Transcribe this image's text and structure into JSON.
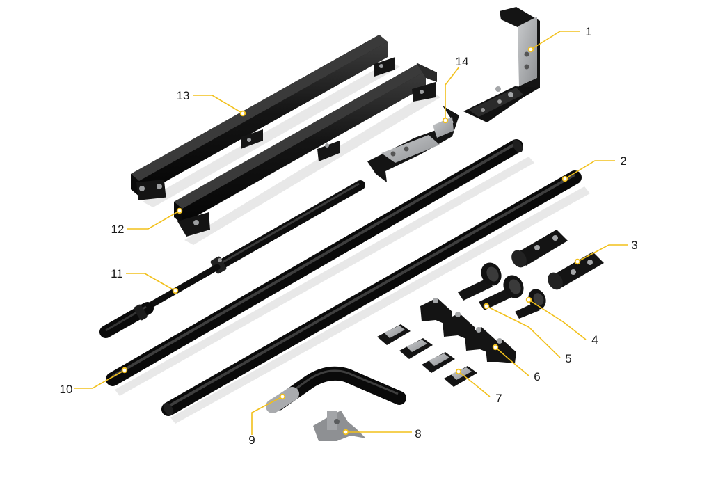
{
  "diagram": {
    "colors": {
      "part": "#161616",
      "part_edge": "#3a3a3a",
      "metal": "#a9abae",
      "leader": "#f2c01a",
      "label": "#1a1a1a"
    },
    "callouts": [
      {
        "id": "1",
        "label": "1"
      },
      {
        "id": "2",
        "label": "2"
      },
      {
        "id": "3",
        "label": "3"
      },
      {
        "id": "4",
        "label": "4"
      },
      {
        "id": "5",
        "label": "5"
      },
      {
        "id": "6",
        "label": "6"
      },
      {
        "id": "7",
        "label": "7"
      },
      {
        "id": "8",
        "label": "8"
      },
      {
        "id": "9",
        "label": "9"
      },
      {
        "id": "10",
        "label": "10"
      },
      {
        "id": "11",
        "label": "11"
      },
      {
        "id": "12",
        "label": "12"
      },
      {
        "id": "13",
        "label": "13"
      },
      {
        "id": "14",
        "label": "14"
      }
    ]
  }
}
